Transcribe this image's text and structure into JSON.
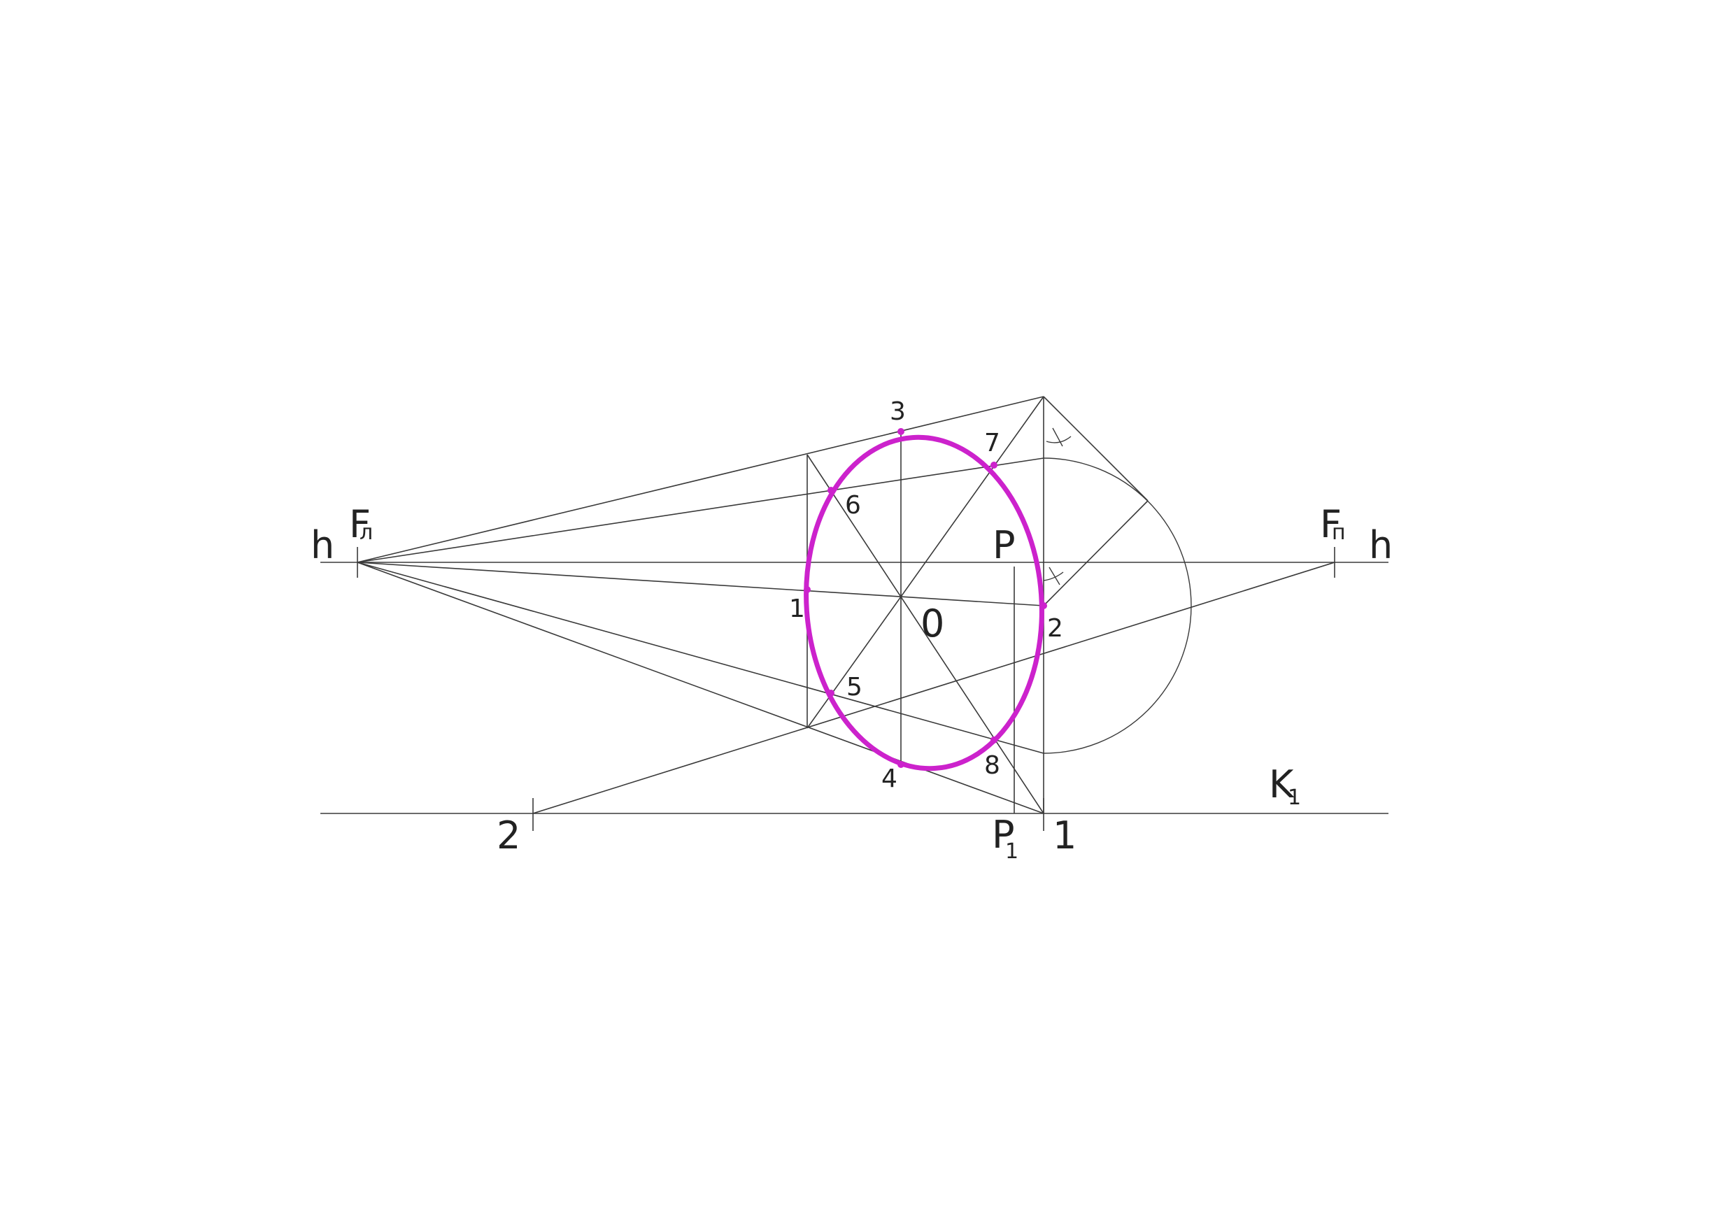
{
  "colors": {
    "lines": "#3a3a3a",
    "ellipse": "#cc22cc",
    "text": "#222222",
    "background": "#ffffff"
  },
  "labels": {
    "h_left": "h",
    "h_right": "h",
    "f_left": "F",
    "f_left_sub": "л",
    "f_right": "F",
    "f_right_sub": "п",
    "p": "P",
    "p1": "P",
    "p1_sub": "1",
    "o": "0",
    "k1": "K",
    "k1_sub": "1",
    "base_1": "1",
    "base_2": "2",
    "pt_1": "1",
    "pt_2": "2",
    "pt_3": "3",
    "pt_4": "4",
    "pt_5": "5",
    "pt_6": "6",
    "pt_7": "7",
    "pt_8": "8"
  }
}
